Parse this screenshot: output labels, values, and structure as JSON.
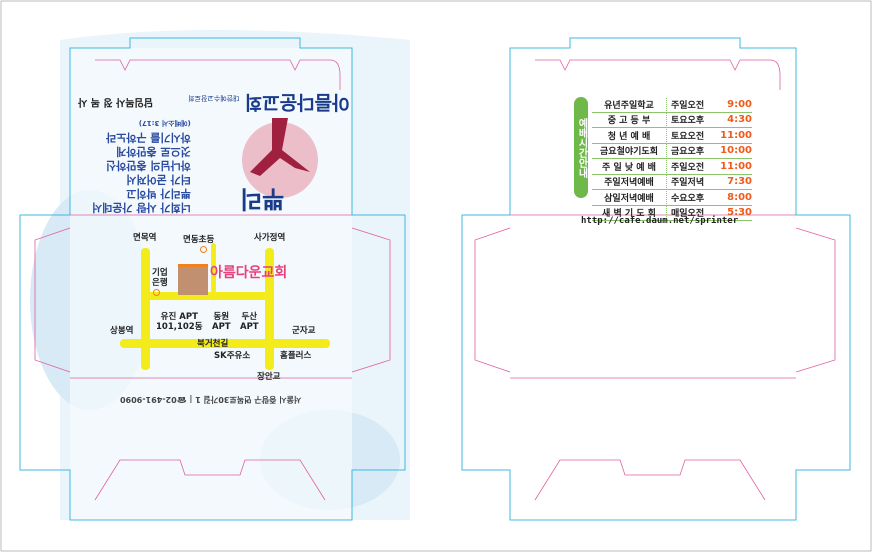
{
  "front": {
    "church_name": "아름다운교회",
    "denomination": "대한예수교장로회",
    "pastor_line": "담임목사 정 목 사",
    "verses": [
      "너희가 사랑 가운데서",
      "뿌리가 박히고",
      "터가 굳어져서",
      "하나님의 충만하신",
      "것으로 충만하게",
      "하시기를 구하노라",
      "(에베소서 3:17)"
    ],
    "title_art": "뿌리",
    "address": "서울시 중랑구 면목로30가길 1 | ☎02-491-9090"
  },
  "map": {
    "labels": {
      "myeonmok": "면목역",
      "school": "면동초등",
      "sagajeong": "사가정역",
      "bank": "기업\n은행",
      "church": "아름다운교회",
      "apt1": "유진 APT\n101,102동",
      "apt2": "동원\nAPT",
      "apt3": "두산\nAPT",
      "sangbong": "상봉역",
      "gunja": "군자교",
      "road": "북거천길",
      "sk": "SK주유소",
      "homeplus": "홈플러스",
      "jangan": "장안교"
    }
  },
  "schedule": {
    "title": "예배시간안내",
    "rows": [
      {
        "name": "유년주일학교",
        "day": "주일오전",
        "time": "9:00"
      },
      {
        "name": "중 고 등 부",
        "day": "토요오후",
        "time": "4:30"
      },
      {
        "name": "청 년 예 배",
        "day": "토요오전",
        "time": "11:00"
      },
      {
        "name": "금요철야기도회",
        "day": "금요오후",
        "time": "10:00"
      },
      {
        "name": "주 일 낮 예 배",
        "day": "주일오전",
        "time": "11:00"
      },
      {
        "name": "주일저녁예배",
        "day": "주일저녁",
        "time": "7:30"
      },
      {
        "name": "삼일저녁예배",
        "day": "수요오후",
        "time": "8:00"
      },
      {
        "name": "새 벽 기 도 회",
        "day": "매일오전",
        "time": "5:30"
      }
    ],
    "url": "http://cafe.daum.net/sprinter"
  },
  "colors": {
    "dieline_pink": "#e060a0",
    "bleed_blue": "#40b8e0",
    "road": "#f3ec1a",
    "time": "#f05a1a",
    "green": "#6fb84a"
  }
}
